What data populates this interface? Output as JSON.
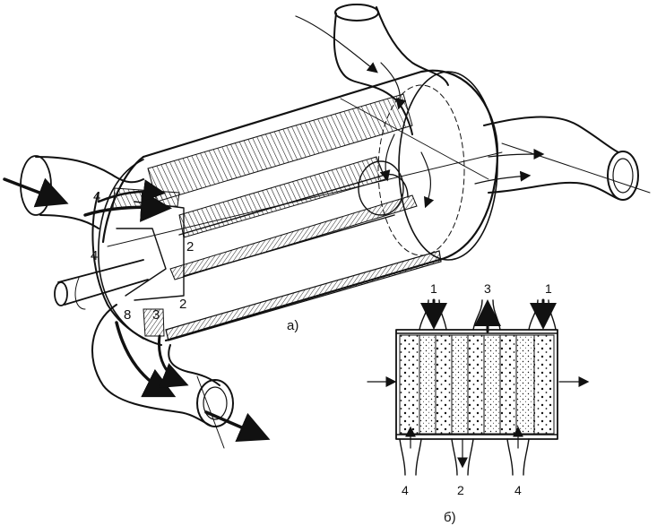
{
  "figure_a": {
    "caption": "a)",
    "callouts": [
      {
        "id": "inlet-top",
        "text": "4"
      },
      {
        "id": "inlet-left",
        "text": "4"
      },
      {
        "id": "core-top",
        "text": "2"
      },
      {
        "id": "core-bottom",
        "text": "2"
      },
      {
        "id": "port-8",
        "text": "8"
      },
      {
        "id": "port-3",
        "text": "3"
      }
    ]
  },
  "figure_b": {
    "caption": "б)",
    "top_labels": [
      "1",
      "3",
      "1"
    ],
    "bottom_labels": [
      "4",
      "2",
      "4"
    ]
  },
  "colors": {
    "ink": "#111111",
    "background": "#ffffff"
  }
}
